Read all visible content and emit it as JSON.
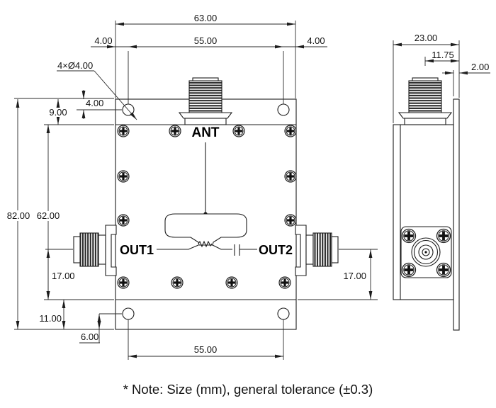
{
  "note": "* Note: Size (mm), general tolerance (±0.3)",
  "front_view": {
    "labels": {
      "ant": "ANT",
      "out1": "OUT1",
      "out2": "OUT2"
    },
    "dims": {
      "overall_width": "63.00",
      "hole_span_top": "55.00",
      "hole_edge_left": "4.00",
      "hole_edge_right": "4.00",
      "hole_callout": "4×Ø4.00",
      "hole_from_top": "4.00",
      "top_lip": "9.00",
      "overall_height": "82.00",
      "body_height": "62.00",
      "out1_height": "17.00",
      "out2_height": "17.00",
      "bottom_lip": "11.00",
      "hole_from_bottom": "6.00",
      "hole_span_bottom": "55.00"
    }
  },
  "side_view": {
    "dims": {
      "overall_depth": "23.00",
      "connector_offset": "11.75",
      "plate_thickness": "2.00"
    }
  }
}
